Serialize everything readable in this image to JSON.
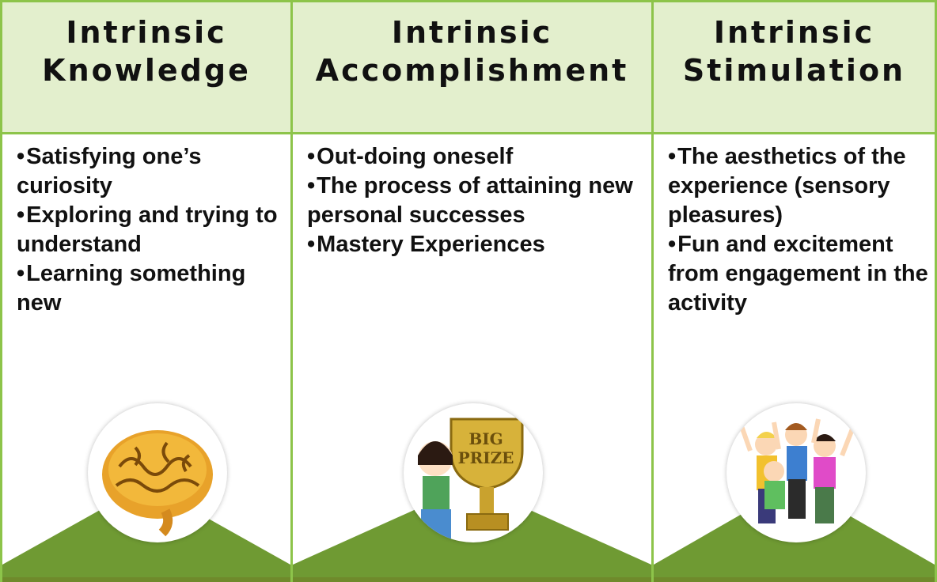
{
  "columns": [
    {
      "title_line1": "Intrinsic",
      "title_line2": "Knowledge",
      "items": [
        "Satisfying one’s curiosity",
        "Exploring and trying to understand",
        "Learning something new"
      ],
      "image_icon": "brain-icon"
    },
    {
      "title_line1": "Intrinsic",
      "title_line2": "Accomplishment",
      "items": [
        "Out-doing oneself",
        "The process of attaining new personal successes",
        "Mastery Experiences"
      ],
      "image_icon": "trophy-icon",
      "trophy_text_line1": "BIG",
      "trophy_text_line2": "PRIZE"
    },
    {
      "title_line1": "Intrinsic",
      "title_line2": "Stimulation",
      "items": [
        "The aesthetics of the experience (sensory pleasures)",
        "Fun and excitement from engagement in the activity"
      ],
      "image_icon": "cheering-people-icon"
    }
  ],
  "colors": {
    "header_bg": "#e3efcd",
    "border": "#8dc44a",
    "mound": "#6f9a33",
    "text": "#111111"
  }
}
